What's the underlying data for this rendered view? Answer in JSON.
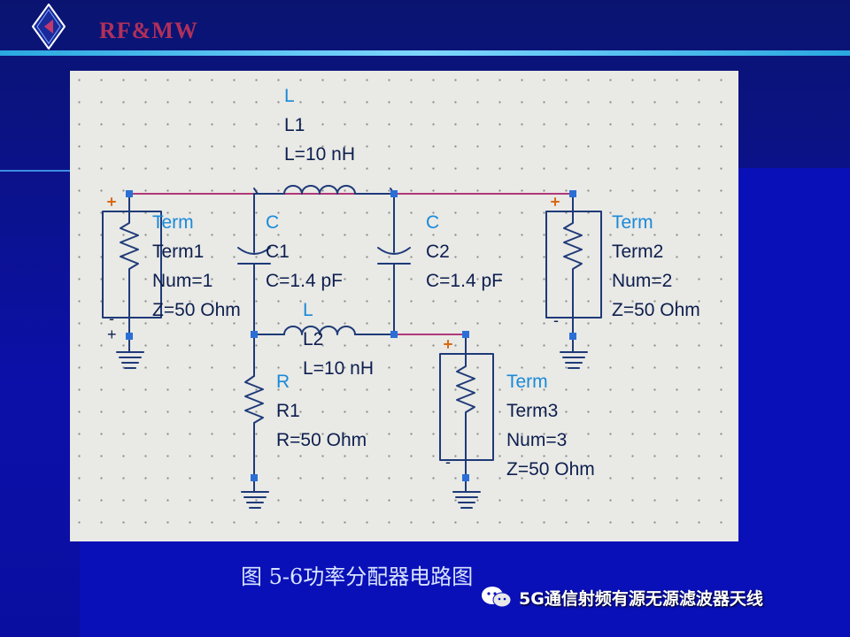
{
  "header": {
    "brand": "RF&MW"
  },
  "schematic": {
    "inductor_l1": {
      "type": "L",
      "name": "L1",
      "value": "L=10 nH"
    },
    "inductor_l2": {
      "type": "L",
      "name": "L2",
      "value": "L=10 nH"
    },
    "capacitor_c1": {
      "type": "C",
      "name": "C1",
      "value": "C=1.4 pF"
    },
    "capacitor_c2": {
      "type": "C",
      "name": "C2",
      "value": "C=1.4 pF"
    },
    "resistor_r1": {
      "type": "R",
      "name": "R1",
      "value": "R=50 Ohm"
    },
    "term1": {
      "type": "Term",
      "name": "Term1",
      "num": "Num=1",
      "z": "Z=50 Ohm"
    },
    "term2": {
      "type": "Term",
      "name": "Term2",
      "num": "Num=2",
      "z": "Z=50 Ohm"
    },
    "term3": {
      "type": "Term",
      "name": "Term3",
      "num": "Num=3",
      "z": "Z=50 Ohm"
    },
    "plus_sign": "+",
    "minus_sign": "-"
  },
  "caption": "图 5-6功率分配器电路图",
  "source": "5G通信射频有源无源滤波器天线",
  "colors": {
    "background": "#0a0d8c",
    "rule": "#2aa8e0",
    "brand": "#b0305a",
    "wire": "#b03878",
    "component": "#1e3a78",
    "label_blue": "#1a8ad8",
    "pin": "#2b6fd6",
    "schematic_bg": "#e9e9e6"
  },
  "icons": [
    "diamond-logo-icon",
    "wechat-icon",
    "ground-icon",
    "resistor-icon",
    "inductor-icon",
    "capacitor-icon"
  ]
}
